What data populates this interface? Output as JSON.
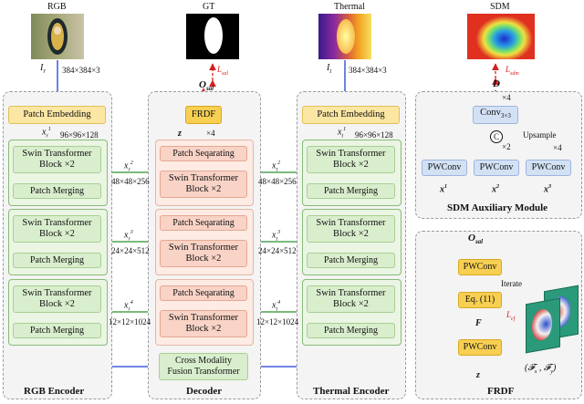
{
  "headers": {
    "rgb": "RGB",
    "gt": "GT",
    "thermal": "Thermal",
    "sdm": "SDM"
  },
  "symbols": {
    "Ir": "I",
    "Ir_sub": "r",
    "It": "I",
    "It_sub": "t",
    "Oasl": "O",
    "Oasl_sub": "sal",
    "Osal_frdf": "O",
    "Osal_frdf_sub": "sal",
    "z": "z",
    "z2": "z",
    "D": "D",
    "F": "F",
    "Lsal": "L",
    "Lsal_sub": "sal",
    "Lsdm": "L",
    "Lsdm_sub": "sdm",
    "Lcf": "L",
    "Lcf_sub": "cf",
    "x1r": "x",
    "x1r_sub": "r",
    "x1r_sup": "1",
    "x1t": "x",
    "x1t_sub": "t",
    "x1t_sup": "1",
    "x2r": "x",
    "x2r_sub": "r",
    "x2r_sup": "2",
    "x3r": "x",
    "x3r_sub": "r",
    "x3r_sup": "3",
    "x4r": "x",
    "x4r_sub": "r",
    "x4r_sup": "4",
    "x2t": "x",
    "x2t_sub": "t",
    "x2t_sup": "2",
    "x3t": "x",
    "x3t_sub": "t",
    "x3t_sup": "3",
    "x4t": "x",
    "x4t_sub": "t",
    "x4t_sup": "4",
    "px1": "x",
    "px1_sup": "1",
    "px2": "x",
    "px2_sup": "2",
    "px3": "x",
    "px3_sup": "3",
    "fxfy": "(𝓕",
    "fxfy_x": "x",
    "fxfy_mid": " , 𝓕",
    "fxfy_y": "y",
    "fxfy_end": ")"
  },
  "dims": {
    "input": "384×384×3",
    "input_t": "384×384×3",
    "d1": "96×96×128",
    "d1_t": "96×96×128",
    "d2": "48×48×256",
    "d2_t": "48×48×256",
    "d3": "24×24×512",
    "d3_t": "24×24×512",
    "d4": "12×12×1024",
    "d4_t": "12×12×1024"
  },
  "blocks": {
    "patch_embedding": "Patch Embedding",
    "patch_embedding_t": "Patch Embedding",
    "swin_line1": "Swin Transformer",
    "swin_line2": "Block ×2",
    "patch_merging": "Patch Merging",
    "patch_separating": "Patch Seqarating",
    "frdf": "FRDF",
    "cross_modality_1": "Cross Modality",
    "cross_modality_2": "Fusion Transformer",
    "conv": "Conv",
    "conv_sub": "3×3",
    "pwconv": "PWConv",
    "eq": "Eq. (11)",
    "iterate": "Iterate",
    "upsample": "Upsample",
    "concat": "C"
  },
  "times": {
    "x4": "×4",
    "x2": "×2"
  },
  "titles": {
    "rgb_encoder": "RGB Encoder",
    "decoder": "Decoder",
    "thermal_encoder": "Thermal Encoder",
    "sdm_module": "SDM Auxiliary Module",
    "frdf": "FRDF"
  },
  "colors": {
    "blue_arrow": "#1f3fd8",
    "green_arrow": "#2e8f2e",
    "red_arrow": "#d42020",
    "yellow_arrow": "#e0b43a",
    "black_arrow": "#111111"
  }
}
